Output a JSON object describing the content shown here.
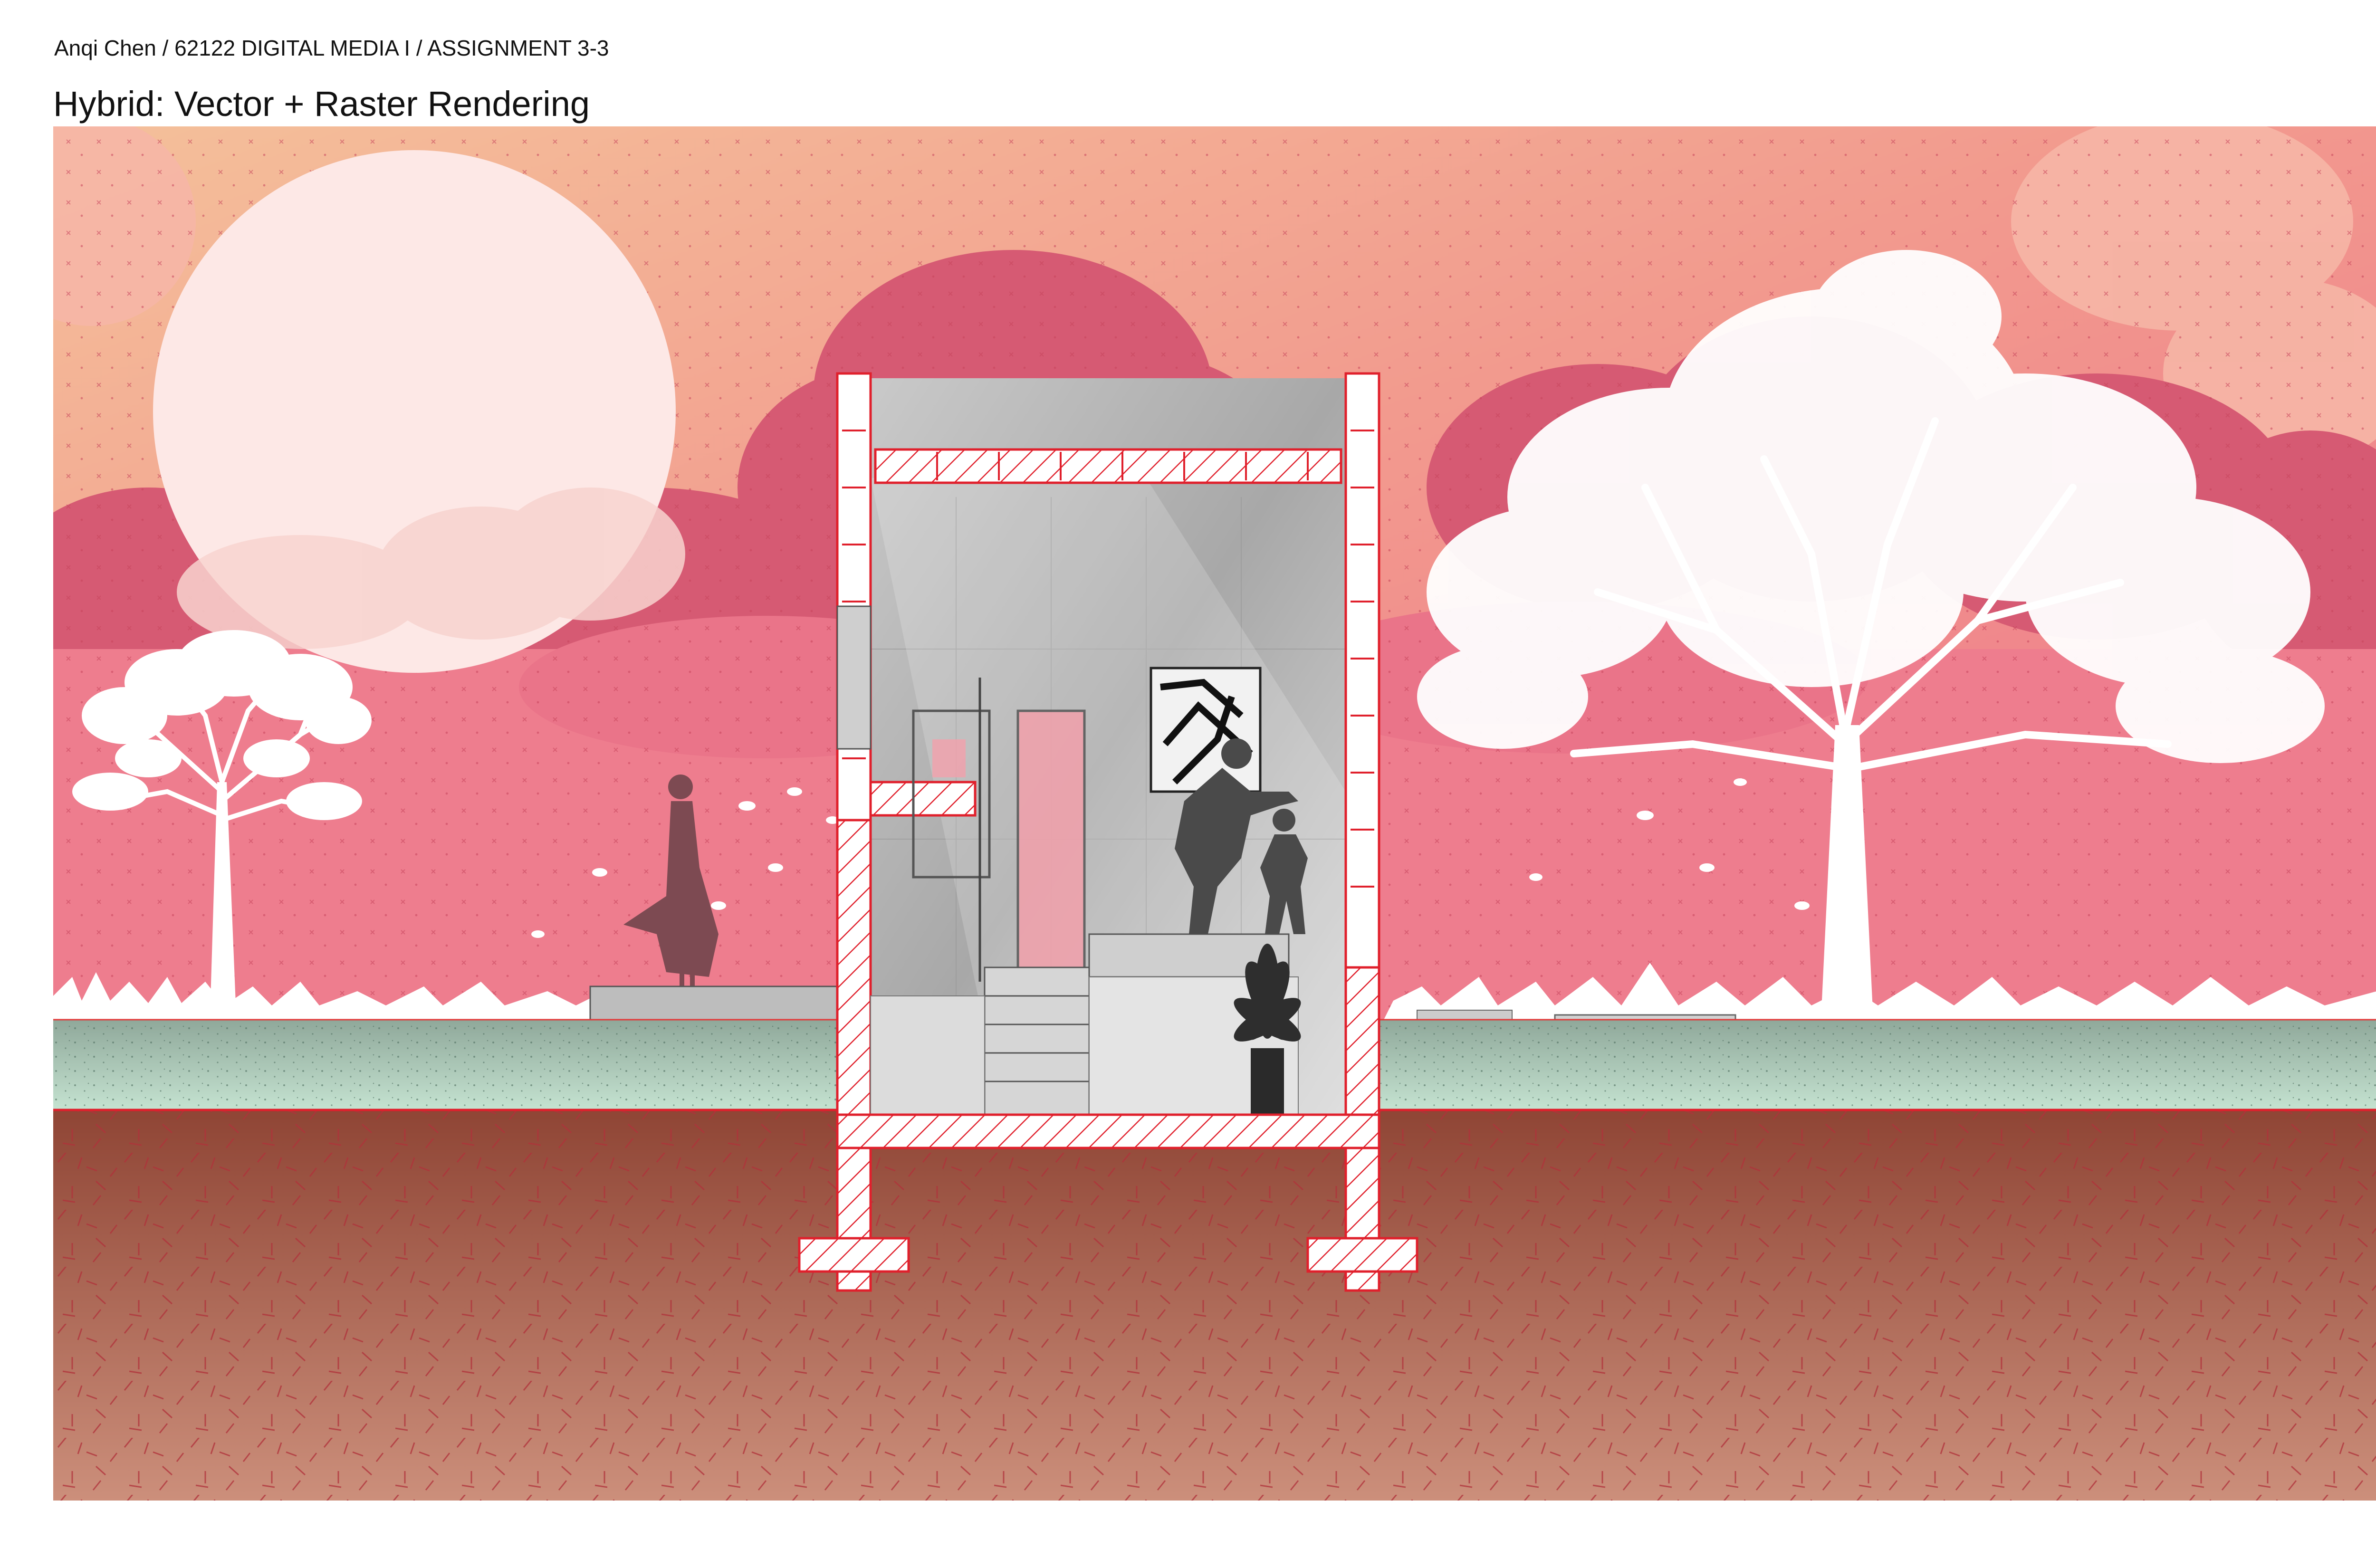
{
  "header": {
    "byline": "Anqi Chen / 62122 DIGITAL MEDIA I / ASSIGNMENT 3-3",
    "title": "Hybrid: Vector + Raster Rendering"
  },
  "colors": {
    "sky_top": "#f4b896",
    "sky_bottom": "#ef7f8f",
    "cloud_dark": "#d85a72",
    "cloud_light": "#f7c2b5",
    "sun": "#fde8e6",
    "tree_white": "#ffffff",
    "section_red": "#e0202c",
    "concrete": "#b7b7b7",
    "ground_green": "#b7d9c5",
    "soil_top": "#8e4b38",
    "soil_bottom": "#c88a76",
    "silhouette": "#5a5a5a"
  },
  "illustration": {
    "elements": [
      "sun",
      "clouds",
      "small-tree-left",
      "large-tree-right",
      "woman-silhouette",
      "building-section",
      "adult-silhouette",
      "child-silhouette",
      "wall-artwork",
      "potted-plant",
      "stairs",
      "footings",
      "ground-strip",
      "soil"
    ]
  }
}
